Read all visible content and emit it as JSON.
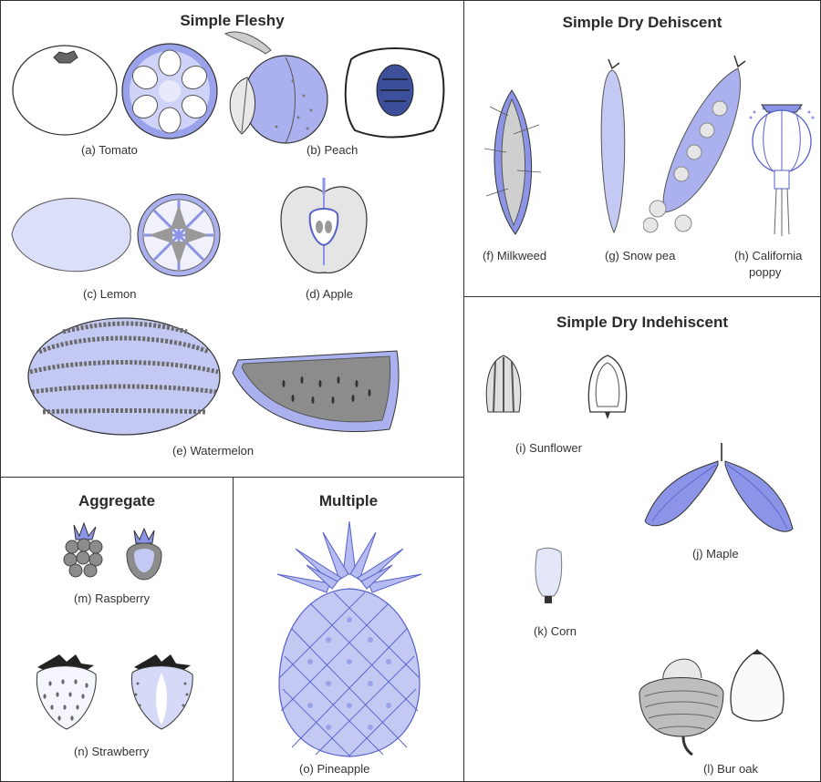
{
  "sections": {
    "simple_fleshy": "Simple Fleshy",
    "simple_dry_dehiscent": "Simple Dry Dehiscent",
    "simple_dry_indehiscent": "Simple Dry Indehiscent",
    "aggregate": "Aggregate",
    "multiple": "Multiple"
  },
  "captions": {
    "tomato": "(a) Tomato",
    "peach": "(b) Peach",
    "lemon": "(c) Lemon",
    "apple": "(d) Apple",
    "watermelon": "(e) Watermelon",
    "milkweed": "(f) Milkweed",
    "snow_pea": "(g) Snow pea",
    "california_poppy_1": "(h) California",
    "california_poppy_2": "poppy",
    "sunflower": "(i) Sunflower",
    "maple": "(j) Maple",
    "corn": "(k) Corn",
    "bur_oak": "(l) Bur oak",
    "raspberry": "(m) Raspberry",
    "strawberry": "(n) Strawberry",
    "pineapple": "(o) Pineapple"
  },
  "colors": {
    "accent_blue": "#8b94e6",
    "light_blue": "#d3d7f7",
    "gray_seed": "#7c7c7c",
    "outline": "#333333"
  }
}
